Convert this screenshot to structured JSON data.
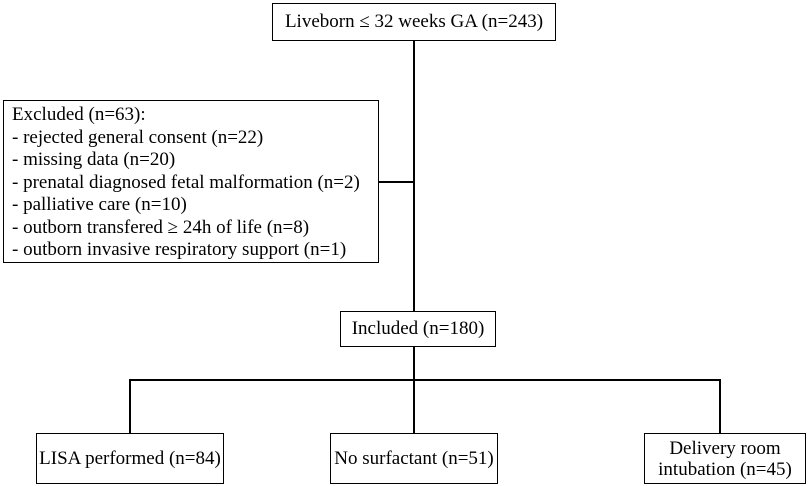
{
  "flowchart": {
    "liveborn": "Liveborn ≤ 32 weeks GA (n=243)",
    "excluded": {
      "heading": "Excluded (n=63):",
      "items": [
        "- rejected general consent (n=22)",
        "- missing data (n=20)",
        "- prenatal diagnosed fetal malformation (n=2)",
        "- palliative care (n=10)",
        "- outborn transfered ≥ 24h of life (n=8)",
        "- outborn invasive respiratory support (n=1)"
      ]
    },
    "included": "Included (n=180)",
    "outcomes": [
      {
        "line1": "LISA performed (n=84)",
        "line2": ""
      },
      {
        "line1": "No surfactant (n=51)",
        "line2": ""
      },
      {
        "line1": "Delivery room",
        "line2": "intubation (n=45)"
      }
    ]
  }
}
